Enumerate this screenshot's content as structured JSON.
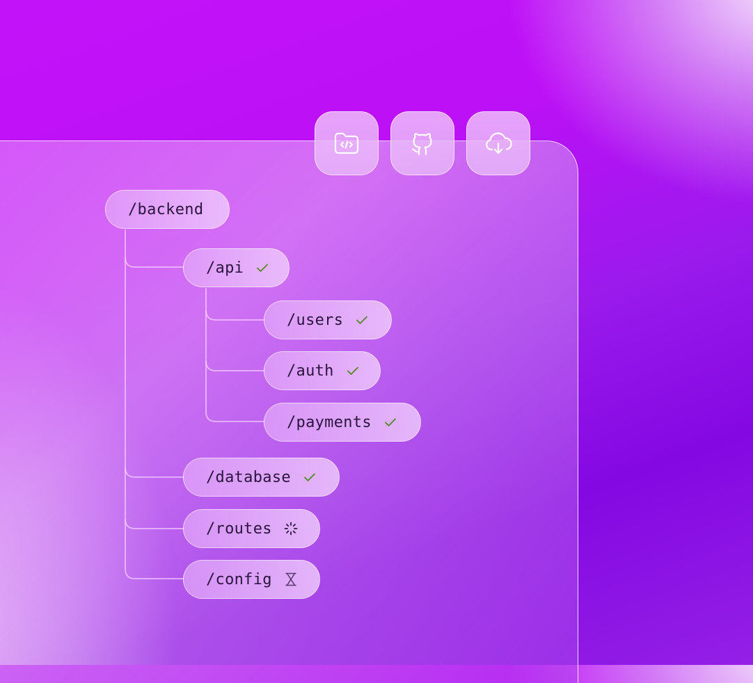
{
  "toolbar": {
    "buttons": [
      {
        "icon": "folder-code-icon",
        "label": "Code folder"
      },
      {
        "icon": "github-icon",
        "label": "GitHub"
      },
      {
        "icon": "cloud-download-icon",
        "label": "Cloud download"
      }
    ]
  },
  "colors": {
    "background_top": "#c212f9",
    "background_bottom_right": "#8408e2",
    "text": "#2a1540",
    "status_success": "#4f8a2a",
    "status_pending": "#5a3a70",
    "connector": "#f5d2ff"
  },
  "tree": {
    "root": {
      "label": "/backend"
    },
    "nodes": [
      {
        "label": "/api",
        "status": "done",
        "status_icon": "check-icon"
      },
      {
        "label": "/users",
        "status": "done",
        "status_icon": "check-icon"
      },
      {
        "label": "/auth",
        "status": "done",
        "status_icon": "check-icon"
      },
      {
        "label": "/payments",
        "status": "done",
        "status_icon": "check-icon"
      },
      {
        "label": "/database",
        "status": "done",
        "status_icon": "check-icon"
      },
      {
        "label": "/routes",
        "status": "loading",
        "status_icon": "spinner-icon"
      },
      {
        "label": "/config",
        "status": "queued",
        "status_icon": "hourglass-icon"
      }
    ]
  }
}
